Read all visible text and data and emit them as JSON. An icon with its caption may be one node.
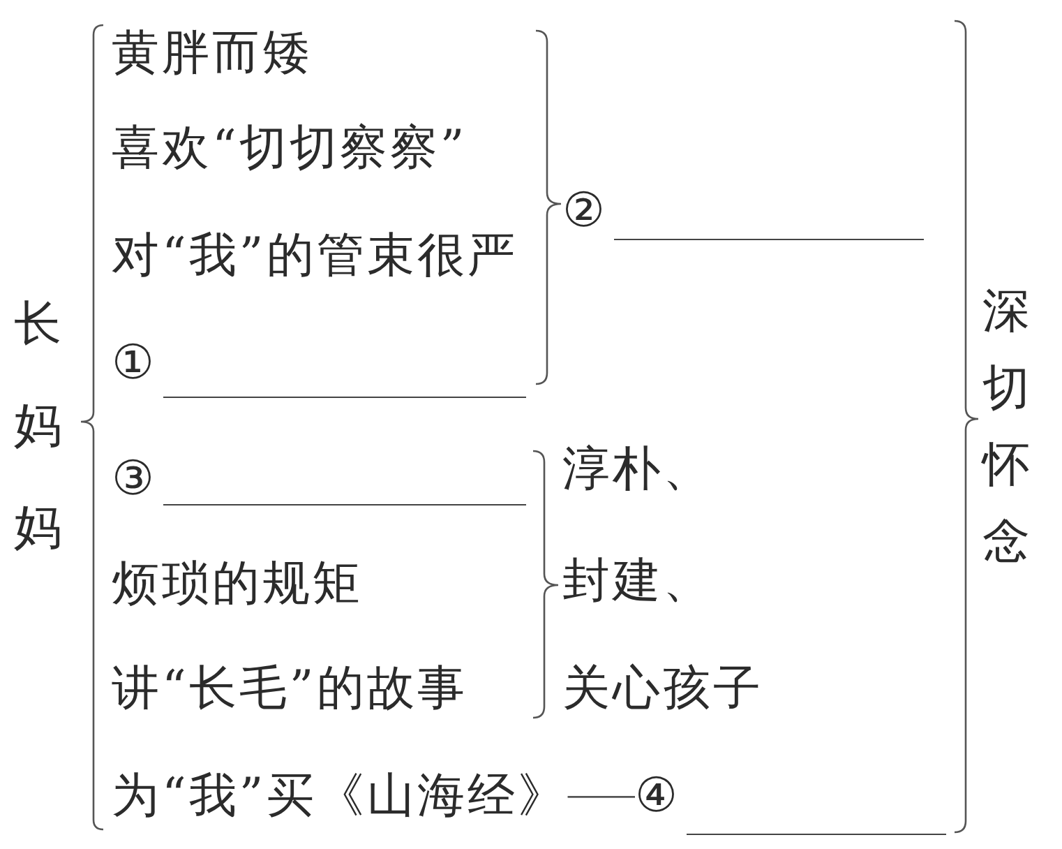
{
  "diagram": {
    "nodes": [
      {
        "text": [
          "为“我”买《山海经》"
        ]
      },
      {
        "text": [
          "④"
        ]
      }
    ],
    "edges": [
      {
        "from": 0,
        "to": 1,
        "arrow": "none"
      }
    ],
    "labels": [
      "长妈妈",
      "黄胖而矮",
      "喜欢“切切察察”",
      "对“我”的管束很严",
      "①",
      "②",
      "③",
      "烦琐的规矩",
      "讲“长毛”的故事",
      "淳朴、",
      "封建、",
      "关心孩子",
      "深切怀念"
    ]
  }
}
